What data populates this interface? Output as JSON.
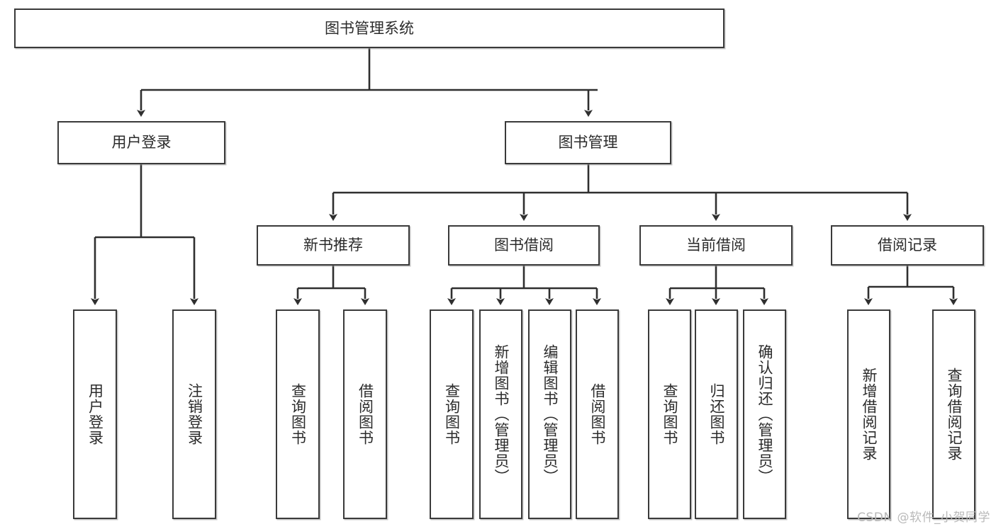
{
  "diagram": {
    "type": "tree-hierarchy",
    "title": "图书管理系统",
    "watermark": "CSDN @软件_小贺同学",
    "colors": {
      "box_border": "#3a3a3a",
      "box_fill": "#ffffff",
      "connector": "#2f2f2f",
      "text": "#2b2b2b",
      "watermark": "#b9b9b9",
      "background": "#ffffff"
    },
    "root": {
      "label": "图书管理系统"
    },
    "level2": [
      {
        "label": "用户登录"
      },
      {
        "label": "图书管理"
      }
    ],
    "level3": [
      {
        "label": "新书推荐"
      },
      {
        "label": "图书借阅"
      },
      {
        "label": "当前借阅"
      },
      {
        "label": "借阅记录"
      }
    ],
    "leaves": {
      "user_login": [
        {
          "label": "用户登录"
        },
        {
          "label": "注销登录"
        }
      ],
      "new_book_recommend": [
        {
          "label": "查询图书"
        },
        {
          "label": "借阅图书"
        }
      ],
      "book_borrow": [
        {
          "label": "查询图书"
        },
        {
          "label": "新增图书（管理员）"
        },
        {
          "label": "编辑图书（管理员）"
        },
        {
          "label": "借阅图书"
        }
      ],
      "current_borrow": [
        {
          "label": "查询图书"
        },
        {
          "label": "归还图书"
        },
        {
          "label": "确认归还（管理员）"
        }
      ],
      "borrow_records": [
        {
          "label": "新增借阅记录"
        },
        {
          "label": "查询借阅记录"
        }
      ]
    }
  }
}
